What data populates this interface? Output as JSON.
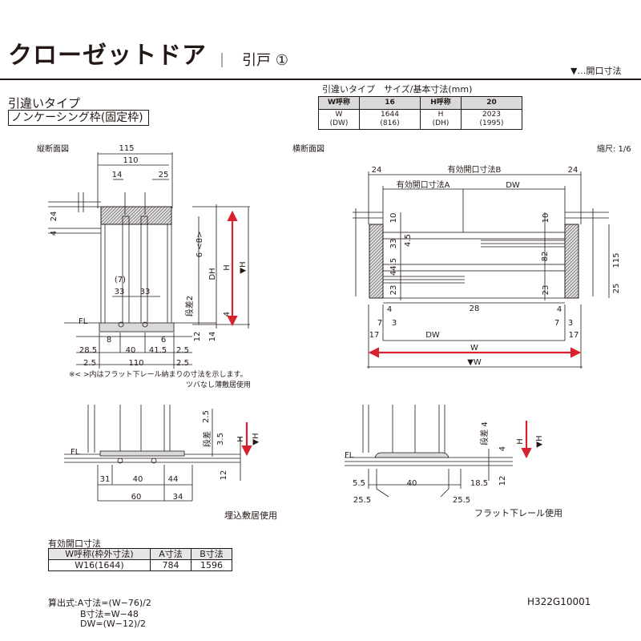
{
  "header": {
    "title": "クローゼットドア",
    "separator": "｜",
    "subtitle": "引戸 ①",
    "legend": "▼…開口寸法"
  },
  "type": {
    "name": "引違いタイプ",
    "frame": "ノンケーシング枠(固定枠)"
  },
  "spec": {
    "title": "引違いタイプ　サイズ/基本寸法(mm)",
    "w_head": "W呼称",
    "w_code": "16",
    "h_head": "H呼称",
    "h_code": "20",
    "w_label": "W",
    "w_label2": "(DW)",
    "w_val": "1644",
    "w_val2": "(816)",
    "h_label": "H",
    "h_label2": "(DH)",
    "h_val": "2023",
    "h_val2": "(1995)"
  },
  "section_labels": {
    "vertical": "縦断面図",
    "horizontal": "横断面図",
    "scale": "縮尺: 1/6"
  },
  "vertical": {
    "d115": "115",
    "d110": "110",
    "d14": "14",
    "d25": "25",
    "d24": "24",
    "d4": "4",
    "d6_8": "6 <8>",
    "dh": "DH",
    "h": "H",
    "vh": "▼H",
    "step2": "段差2",
    "step4": "4",
    "d7": "(7)",
    "d33a": "33",
    "d33b": "33",
    "fl": "FL",
    "b8": "8",
    "b6": "6",
    "b28_5": "28.5",
    "b40": "40",
    "b41_5": "41.5",
    "b2_5a": "2.5",
    "b110": "110",
    "b2_5b": "2.5",
    "b12": "12",
    "b14": "14"
  },
  "notes": {
    "flat": "※< >内はフラット下レール納まりの寸法を示します。",
    "tsuba": "ツバなし薄敷居使用"
  },
  "horizontal": {
    "b_label": "有効開口寸法B",
    "a_label": "有効開口寸法A",
    "dw": "DW",
    "l24": "24",
    "r24": "24",
    "l10": "10",
    "l33": "33",
    "l4_5": "4.5",
    "l44_5": "44.5",
    "l23": "23",
    "c82": "82",
    "c28": "28",
    "r10": "10",
    "r115": "115",
    "r25": "25",
    "r23": "23",
    "l4": "4",
    "l7": "7",
    "l3": "3",
    "l17": "17",
    "r4": "4",
    "r7": "7",
    "r3": "3",
    "r17": "17",
    "dw_bottom": "DW",
    "w": "W",
    "vw": "▼W"
  },
  "buried": {
    "fl": "FL",
    "d2_5": "2.5",
    "step": "段差",
    "d3_5": "3.5",
    "h": "H",
    "vh": "▼H",
    "d12": "12",
    "d31": "31",
    "d40": "40",
    "d44": "44",
    "d60": "60",
    "d34": "34",
    "caption": "埋込敷居使用"
  },
  "flatrail": {
    "fl": "FL",
    "step4": "段差 4",
    "d4": "4",
    "h": "H",
    "vh": "▼H",
    "d12": "12",
    "d5_5": "5.5",
    "d40": "40",
    "d18_5": "18.5",
    "d25_5a": "25.5",
    "d25_5b": "25.5",
    "caption": "フラット下レール使用"
  },
  "effective": {
    "title": "有効開口寸法",
    "headers": [
      "W呼称(枠外寸法)",
      "A寸法",
      "B寸法"
    ],
    "row": [
      "W16(1644)",
      "784",
      "1596"
    ]
  },
  "formulas": [
    "算出式:A寸法=(W−76)/2",
    "B寸法=W−48",
    "DW=(W−12)/2"
  ],
  "code": "H322G10001",
  "colors": {
    "accent": "#d7212e",
    "line": "#231815",
    "fill": "#d9d9d9"
  }
}
